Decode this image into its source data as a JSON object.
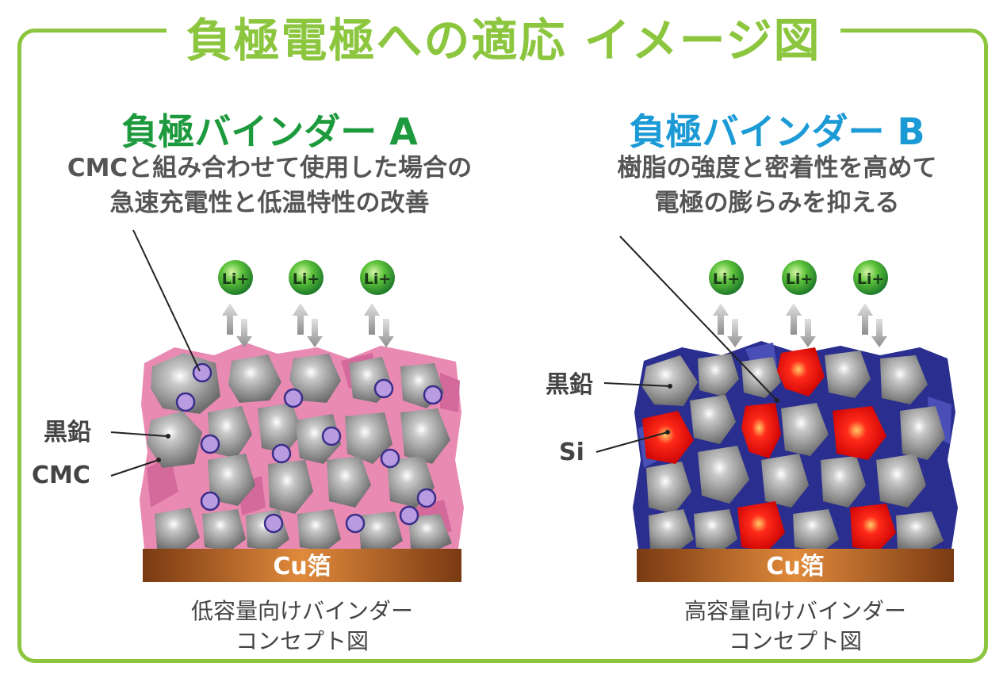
{
  "title": "負極電極への適応 イメージ図",
  "left": {
    "title": "負極バインダー A",
    "description_line1": "CMCと組み合わせて使用した場合の",
    "description_line2": "急速充電性と低温特性の改善",
    "labels": {
      "graphite": "黒鉛",
      "cmc": "CMC"
    },
    "ions": [
      "Li+",
      "Li+",
      "Li+"
    ],
    "foil": "Cu箔",
    "caption_line1": "低容量向けバインダー",
    "caption_line2": "コンセプト図"
  },
  "right": {
    "title": "負極バインダー B",
    "description_line1": "樹脂の強度と密着性を高めて",
    "description_line2": "電極の膨らみを抑える",
    "labels": {
      "graphite": "黒鉛",
      "si": "Si"
    },
    "ions": [
      "Li+",
      "Li+",
      "Li+"
    ],
    "foil": "Cu箔",
    "caption_line1": "高容量向けバインダー",
    "caption_line2": "コンセプト図"
  },
  "colors": {
    "frame": "#8cc63f",
    "left_title": "#1e9a3e",
    "right_title": "#1b9ad6",
    "cmc_binder": "#e98ab3",
    "b_binder": "#2a2f8f",
    "silicon": "#e02020",
    "copper_foil": "#b56a2a",
    "li_ion": "#3aa637"
  }
}
